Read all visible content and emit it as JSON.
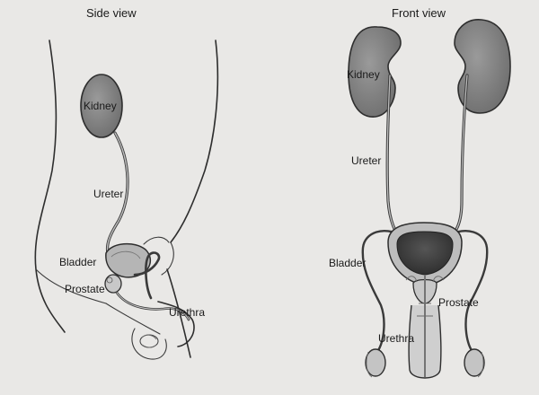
{
  "side_view": {
    "title": "Side view",
    "labels": {
      "kidney": "Kidney",
      "ureter": "Ureter",
      "bladder": "Bladder",
      "prostate": "Prostate",
      "urethra": "Urethra"
    }
  },
  "front_view": {
    "title": "Front view",
    "labels": {
      "kidney": "Kidney",
      "ureter": "Ureter",
      "bladder": "Bladder",
      "prostate": "Prostate",
      "urethra": "Urethra"
    }
  },
  "colors": {
    "background": "#e9e8e6",
    "kidney_fill": "#7d7d7d",
    "bladder_fill": "#3f3f3f",
    "organ_light": "#bdbdbd",
    "ink": "#2e2e2e"
  }
}
